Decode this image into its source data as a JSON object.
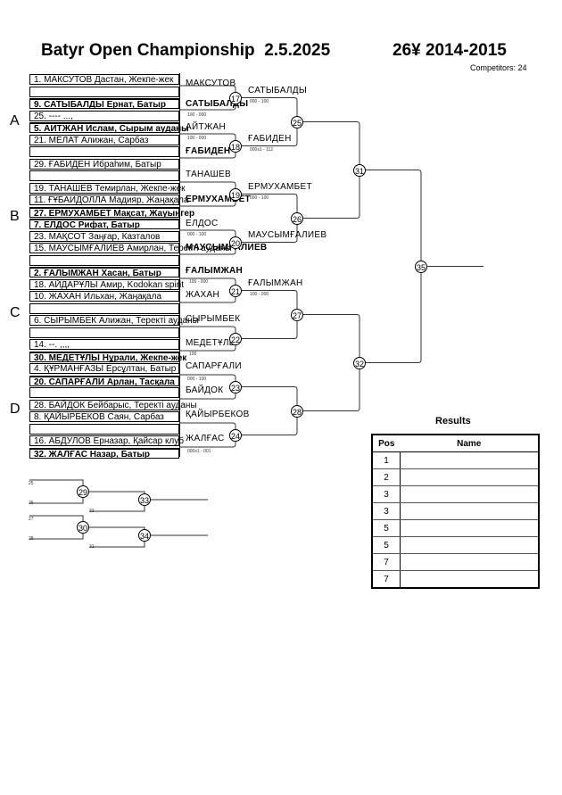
{
  "header": {
    "title": "Batyr Open Championship  2.5.2025",
    "category": "26¥ 2014-2015",
    "competitors": "Competitors: 24"
  },
  "pools": [
    "A",
    "B",
    "C",
    "D"
  ],
  "entries": [
    {
      "text": "1. МАКСУТОВ Дастан, Жекпе-жек",
      "bold": false
    },
    {
      "text": "",
      "bold": false
    },
    {
      "text": "9. САТЫБАЛДЫ Ернат, Батыр",
      "bold": true
    },
    {
      "text": "25. ---- ...,",
      "bold": false
    },
    {
      "text": "5. АИТЖАН Ислам, Сырым ауданы",
      "bold": true
    },
    {
      "text": "21. МЕЛАТ Алижан, Сарбаз",
      "bold": false
    },
    {
      "text": "",
      "bold": false
    },
    {
      "text": "29. ҒАБИДЕН Ибраһим, Батыр",
      "bold": false
    },
    {
      "text": "",
      "bold": false
    },
    {
      "text": "19. ТАНАШЕВ Темирлан, Жекпе-жек",
      "bold": false
    },
    {
      "text": "11. ҒҰБАИДОЛЛА Мадияр, Жаңақала",
      "bold": false
    },
    {
      "text": "27. ЕРМУХАМБЕТ Мақсат, Жауынгер",
      "bold": true
    },
    {
      "text": "7. ЕЛДОС Рифат, Батыр",
      "bold": true
    },
    {
      "text": "23. МАҚСОТ Заңғар, Казталов",
      "bold": false
    },
    {
      "text": "15. МАУСЫМҒАЛИЕВ Амирлан, Теректі ауданы",
      "bold": false
    },
    {
      "text": "",
      "bold": false
    },
    {
      "text": "2. ҒАЛЫМЖАН Хасан, Батыр",
      "bold": true
    },
    {
      "text": "18. АЙДАРҰЛЫ Амир, Kodokan spirit",
      "bold": false
    },
    {
      "text": "10. ЖАХАН Ильхан, Жаңақала",
      "bold": false
    },
    {
      "text": "",
      "bold": false
    },
    {
      "text": "6. СЫРЫМБЕК Алижан, Теректі ауданы",
      "bold": false
    },
    {
      "text": "",
      "bold": false
    },
    {
      "text": "14. --. ,,,,",
      "bold": false
    },
    {
      "text": "30. МЕДЕТҰЛЫ Нұрали, Жекпе-жек",
      "bold": true
    },
    {
      "text": "4. ҚҰРМАНҒАЗЫ Ерсұлтан, Батыр",
      "bold": false
    },
    {
      "text": "20. САПАРҒАЛИ Арлан, Тасқала",
      "bold": true
    },
    {
      "text": "",
      "bold": false
    },
    {
      "text": "28. БАЙДОК Бейбарыс, Теректі ауданы",
      "bold": false
    },
    {
      "text": "8. ҚАЙЫРБЕКОВ Саян, Сарбаз",
      "bold": false
    },
    {
      "text": "",
      "bold": false
    },
    {
      "text": "16. АБДУЛОВ Ерназар, Қайсар клуб",
      "bold": false
    },
    {
      "text": "32. ЖАЛҒАС Назар, Батыр",
      "bold": true
    }
  ],
  "round1_winners": [
    {
      "text": "МАКСУТОВ",
      "bold": false
    },
    {
      "text": "САТЫБАЛДЫ",
      "bold": true
    },
    {
      "text": "АЙТЖАН",
      "bold": false
    },
    {
      "text": "ҒАБИДЕН",
      "bold": true
    },
    {
      "text": "ТАНАШЕВ",
      "bold": false
    },
    {
      "text": "ЕРМУХАМБЕТ",
      "bold": true
    },
    {
      "text": "ЕЛДОС",
      "bold": false
    },
    {
      "text": "МАУСЫМҒАЛИЕВ",
      "bold": true
    },
    {
      "text": "ҒАЛЫМЖАН",
      "bold": true
    },
    {
      "text": "ЖАХАН",
      "bold": false
    },
    {
      "text": "СЫРЫМБЕК",
      "bold": false
    },
    {
      "text": "МЕДЕТҰЛЫ",
      "bold": false
    },
    {
      "text": "САПАРҒАЛИ",
      "bold": false
    },
    {
      "text": "БАЙДОК",
      "bold": false
    },
    {
      "text": "ҚАЙЫРБЕКОВ",
      "bold": false
    },
    {
      "text": "ЖАЛҒАС",
      "bold": false
    }
  ],
  "round1_scores": [
    "000 - 100",
    "100 - 000",
    "100 - 000",
    "000 - 100",
    "100 - 000",
    "100",
    "000 - 100"
  ],
  "round2_winners": [
    "САТЫБАЛДЫ",
    "ҒАБИДЕН",
    "ЕРМУХАМБЕТ",
    "МАУСЫМҒАЛИЕВ",
    "ҒАЛЫМЖАН"
  ],
  "round2_scores": [
    "000 - 100",
    "000s1 - 112",
    "000 - 100",
    "100 - 000",
    "000s1 - 001"
  ],
  "nodes": {
    "r1": [
      "17",
      "18",
      "19",
      "20",
      "21",
      "22",
      "23",
      "24"
    ],
    "r2": [
      "25",
      "26",
      "27",
      "28"
    ],
    "r3": [
      "31",
      "32"
    ],
    "final": "35",
    "repechage": [
      "29",
      "33",
      "30",
      "34"
    ]
  },
  "repechage_labels": [
    "25",
    "26",
    "32",
    "27",
    "28",
    "31"
  ],
  "results": {
    "title": "Results",
    "col_pos": "Pos",
    "col_name": "Name",
    "rows": [
      {
        "pos": "1",
        "name": ""
      },
      {
        "pos": "2",
        "name": ""
      },
      {
        "pos": "3",
        "name": ""
      },
      {
        "pos": "3",
        "name": ""
      },
      {
        "pos": "5",
        "name": ""
      },
      {
        "pos": "5",
        "name": ""
      },
      {
        "pos": "7",
        "name": ""
      },
      {
        "pos": "7",
        "name": ""
      }
    ]
  }
}
